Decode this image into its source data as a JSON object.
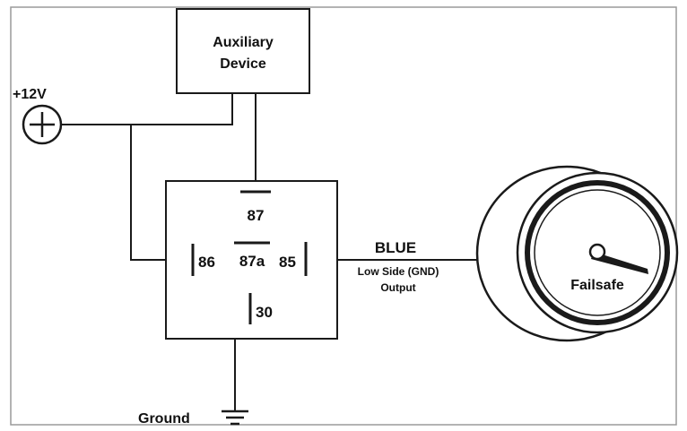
{
  "labels": {
    "aux_line1": "Auxiliary",
    "aux_line2": "Device",
    "supply": "+12V",
    "pin87": "87",
    "pin86": "86",
    "pin87a": "87a",
    "pin85": "85",
    "pin30": "30",
    "wire_color": "BLUE",
    "output_line1": "Low Side (GND)",
    "output_line2": "Output",
    "gauge": "Failsafe",
    "ground": "Ground"
  },
  "icons": {
    "supply": "plus-circle-icon",
    "ground": "ground-symbol-icon"
  }
}
